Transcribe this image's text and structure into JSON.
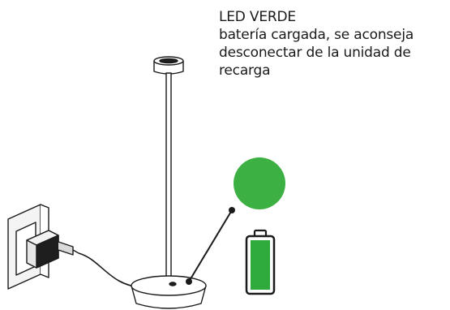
{
  "caption": {
    "title": "LED VERDE",
    "lines": [
      "batería cargada, se aconseja",
      "desconectar de la unidad de",
      "recarga"
    ]
  },
  "illustration": {
    "led_color": "#3cb043",
    "battery_fill_color": "#2faa3c",
    "battery_level": 1.0,
    "icons": [
      "wall-socket-icon",
      "charger-plug-icon",
      "table-lamp-icon",
      "led-indicator-icon",
      "battery-full-icon"
    ]
  }
}
